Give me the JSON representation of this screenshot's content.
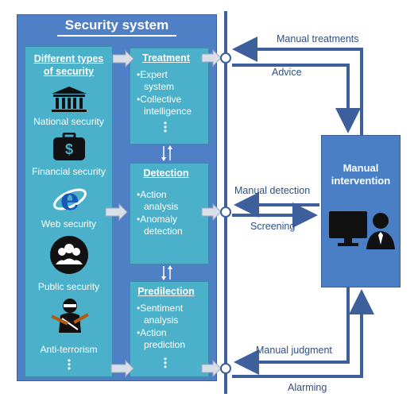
{
  "system": {
    "title": "Security system"
  },
  "types": {
    "title_line1": "Different types",
    "title_line2": "of security",
    "items": [
      {
        "label": "National security",
        "icon": "bank-building-icon"
      },
      {
        "label": "Financial security",
        "icon": "money-bag-icon"
      },
      {
        "label": "Web security",
        "icon": "internet-explorer-icon"
      },
      {
        "label": "Public security",
        "icon": "people-group-icon"
      },
      {
        "label": "Anti-terrorism",
        "icon": "armed-robber-icon"
      }
    ]
  },
  "treatment": {
    "title": "Treatment",
    "bullet1_line1": "Expert",
    "bullet1_line2": "system",
    "bullet2_line1": "Collective",
    "bullet2_line2": "intelligence"
  },
  "detection": {
    "title": "Detection",
    "bullet1_line1": "Action",
    "bullet1_line2": "analysis",
    "bullet2_line1": "Anomaly",
    "bullet2_line2": "detection"
  },
  "predilection": {
    "title": "Predilection",
    "bullet1_line1": "Sentiment",
    "bullet1_line2": "analysis",
    "bullet2_line1": "Action",
    "bullet2_line2": "prediction"
  },
  "manual": {
    "title_line1": "Manual",
    "title_line2": "intervention",
    "icon": "computer-user-icon"
  },
  "labels": {
    "manual_treatments": "Manual treatments",
    "advice": "Advice",
    "manual_detection": "Manual detection",
    "screening": "Screening",
    "manual_judgment": "Manual judgment",
    "alarming": "Alarming"
  },
  "colors": {
    "system_blue": "#4f7fc5",
    "panel_teal": "#4bb0c9",
    "arrow_blue": "#3d5f9b",
    "block_arrow": "#d9dfe8"
  }
}
